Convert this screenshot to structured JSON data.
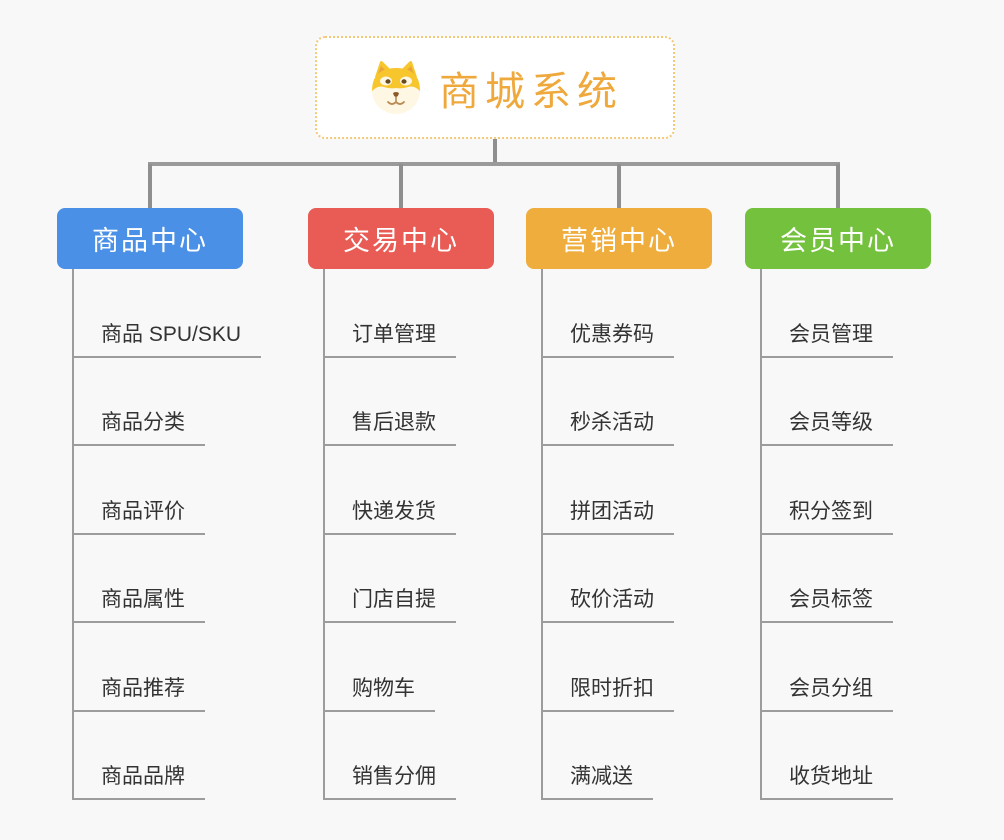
{
  "root": {
    "title": "商城系统",
    "icon": "dog-icon",
    "accent_color": "#efa83b",
    "border_color": "#f3c979"
  },
  "connector_color": "#8f8f8f",
  "leaf_line_color": "#9c9c9c",
  "branches": [
    {
      "label": "商品中心",
      "color": "#4a90e6",
      "items": [
        "商品 SPU/SKU",
        "商品分类",
        "商品评价",
        "商品属性",
        "商品推荐",
        "商品品牌"
      ]
    },
    {
      "label": "交易中心",
      "color": "#e85c55",
      "items": [
        "订单管理",
        "售后退款",
        "快递发货",
        "门店自提",
        "购物车",
        "销售分佣"
      ]
    },
    {
      "label": "营销中心",
      "color": "#eead3c",
      "items": [
        "优惠券码",
        "秒杀活动",
        "拼团活动",
        "砍价活动",
        "限时折扣",
        "满减送"
      ]
    },
    {
      "label": "会员中心",
      "color": "#74c13d",
      "items": [
        "会员管理",
        "会员等级",
        "积分签到",
        "会员标签",
        "会员分组",
        "收货地址"
      ]
    }
  ]
}
